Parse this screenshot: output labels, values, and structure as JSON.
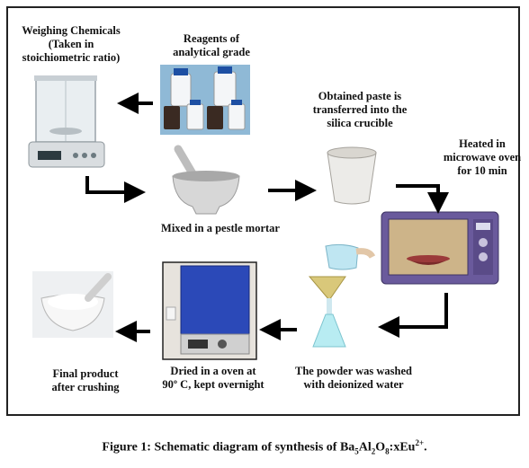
{
  "steps": {
    "weighing": "Weighing Chemicals\n(Taken in\nstoichiometric ratio)",
    "reagents": "Reagents of\nanalytical grade",
    "mixed": "Mixed in a pestle mortar",
    "paste": "Obtained paste is\ntransferred into the\nsilica crucible",
    "heated": "Heated in\nmicrowave oven\nfor 10 min",
    "washed": "The powder was washed\nwith deionized water",
    "dried": "Dried in a oven at\n90º C, kept overnight",
    "final": "Final product\nafter crushing"
  },
  "caption": {
    "prefix": "Figure 1: Schematic diagram of synthesis of Ba",
    "s1": "5",
    "m1": "Al",
    "s2": "2",
    "m2": "O",
    "s3": "8",
    "m3": ":xEu",
    "sup": "2+",
    "end": "."
  },
  "colors": {
    "arrow": "#000000",
    "microwave": "#6a5a9c",
    "oven": "#2b49b8"
  }
}
